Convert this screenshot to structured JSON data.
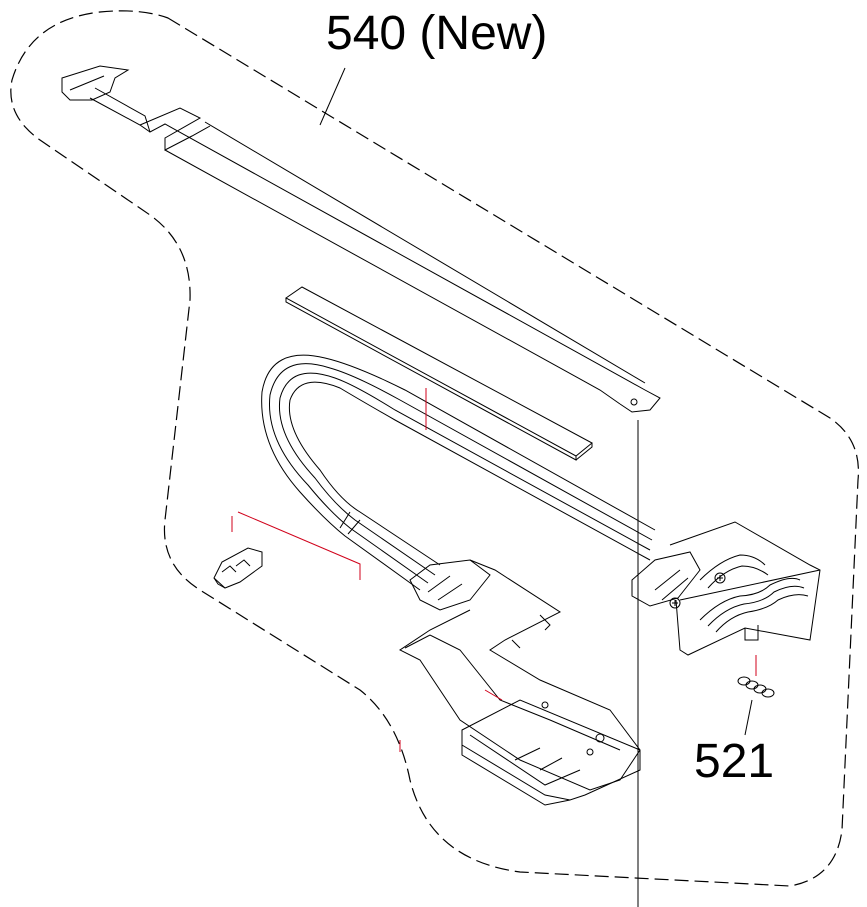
{
  "diagram": {
    "type": "exploded-parts-diagram",
    "callouts": [
      {
        "id": "540",
        "label": "540 (New)"
      },
      {
        "id": "521",
        "label": "521"
      }
    ],
    "colors": {
      "line": "#000000",
      "guide": "#d0021b"
    }
  }
}
